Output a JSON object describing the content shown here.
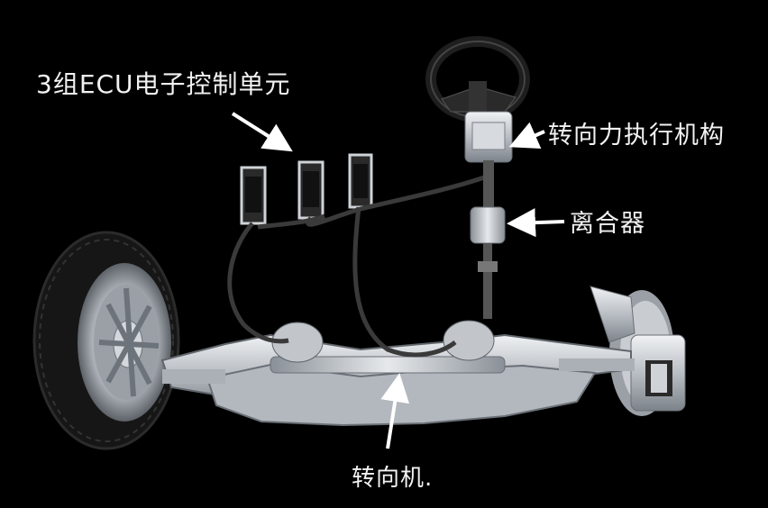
{
  "labels": {
    "ecu": "3组ECU电子控制单元",
    "actuator": "转向力执行机构",
    "clutch": "离合器",
    "steering_gear": "转向机."
  },
  "colors": {
    "background": "#000000",
    "label_text": "#f2f2f2",
    "metal": "#c8ccd0",
    "tire": "#1a1a1a",
    "arrow": "#ffffff"
  }
}
